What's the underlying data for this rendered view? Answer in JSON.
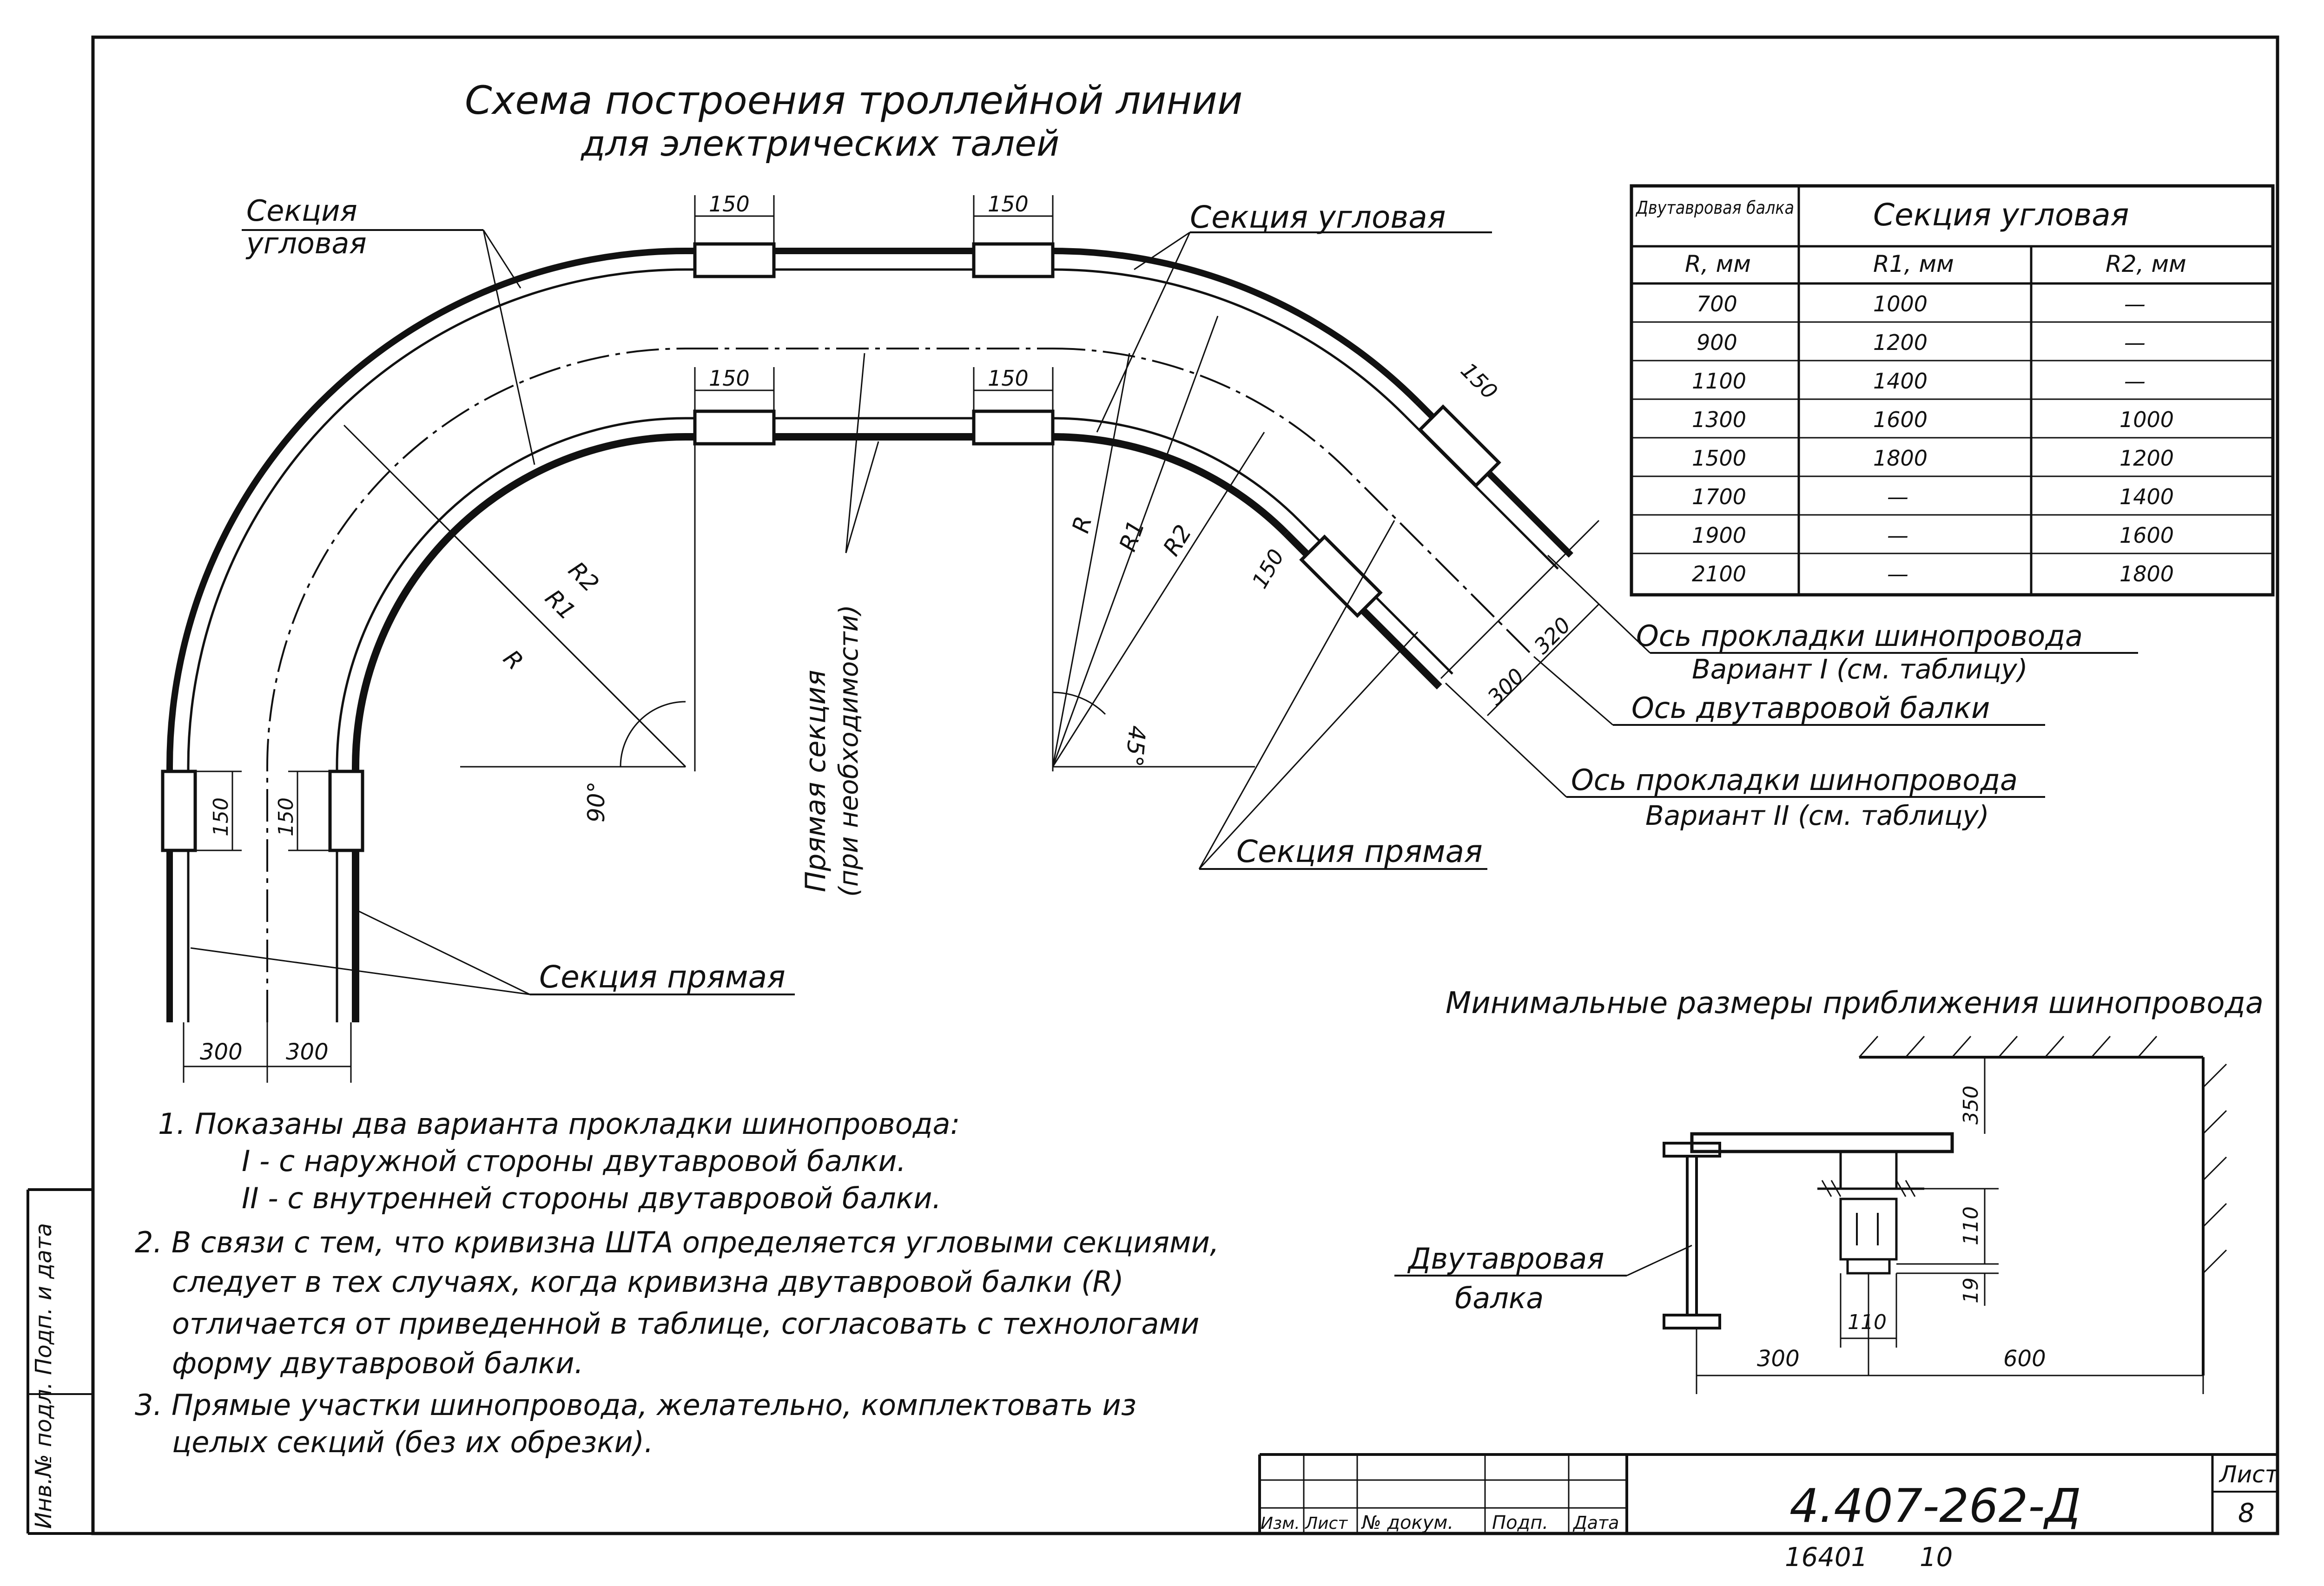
{
  "drawing": {
    "title_line1": "Схема построения троллейной линии",
    "title_line2": "для электрических талей",
    "labels": {
      "section_corner_left_1": "Секция",
      "section_corner_left_2": "угловая",
      "section_corner_right": "Секция угловая",
      "section_straight_left": "Секция прямая",
      "section_straight_right": "Секция прямая",
      "straight_optional_1": "Прямая секция",
      "straight_optional_2": "(при необходимости)",
      "axis_variant1_1": "Ось прокладки шинопровода",
      "axis_variant1_2": "Вариант I (см. таблицу)",
      "axis_beam": "Ось двутавровой балки",
      "axis_variant2_1": "Ось прокладки шинопровода",
      "axis_variant2_2": "Вариант II (см. таблицу)"
    },
    "dimensions": {
      "d150": "150",
      "d300": "300",
      "d320": "320",
      "r": "R",
      "r1": "R1",
      "r2": "R2",
      "angle90": "90°",
      "angle45": "45°"
    }
  },
  "table": {
    "col_beam": "Двутавровая балка",
    "col_group": "Секция угловая",
    "sub_r": "R, мм",
    "sub_r1": "R1, мм",
    "sub_r2": "R2, мм",
    "rows": [
      [
        "700",
        "1000",
        "—"
      ],
      [
        "900",
        "1200",
        "—"
      ],
      [
        "1100",
        "1400",
        "—"
      ],
      [
        "1300",
        "1600",
        "1000"
      ],
      [
        "1500",
        "1800",
        "1200"
      ],
      [
        "1700",
        "—",
        "1400"
      ],
      [
        "1900",
        "—",
        "1600"
      ],
      [
        "2100",
        "—",
        "1800"
      ]
    ]
  },
  "min_sizes": {
    "title": "Минимальные размеры приближения шинопровода",
    "beam_label_1": "Двутавровая",
    "beam_label_2": "балка",
    "d350": "350",
    "d110a": "110",
    "d19": "19",
    "d110b": "110",
    "d300": "300",
    "d600": "600"
  },
  "notes": [
    "1. Показаны два варианта прокладки шинопровода:",
    "I - с наружной стороны двутавровой балки.",
    "II - с внутренней стороны двутавровой балки.",
    "2. В связи с тем, что кривизна ШТА определяется угловыми секциями,",
    "следует в тех случаях, когда кривизна двутавровой балки (R)",
    "отличается от приведенной в таблице, согласовать с технологами",
    "форму двутавровой балки.",
    "3. Прямые участки шинопровода, желательно, комплектовать из",
    "целых секций (без их обрезки)."
  ],
  "stamp": {
    "h1": "Изм.",
    "h2": "Лист",
    "h3": "№ докум.",
    "h4": "Подп.",
    "h5": "Дата",
    "doc_number": "4.407-262-Д",
    "sheet_label": "Лист",
    "sheet_number": "8",
    "under_1": "16401",
    "under_2": "10"
  },
  "side_strip": {
    "text": "Инв.№ подл. Подп. и дата"
  }
}
